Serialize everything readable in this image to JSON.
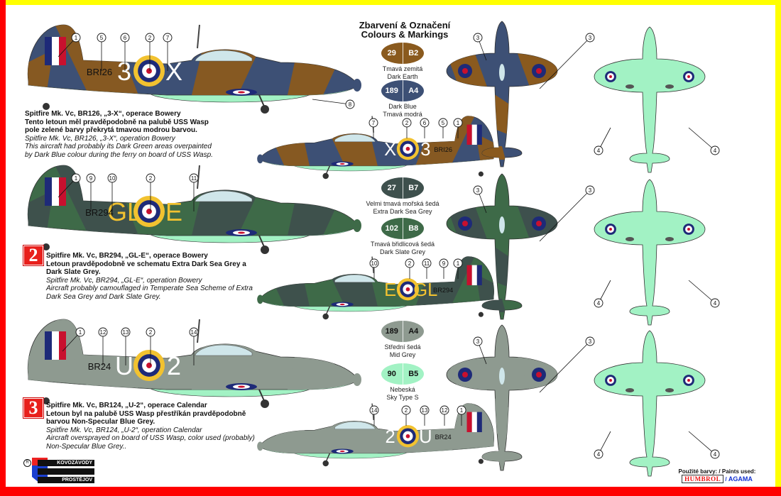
{
  "header": {
    "title_cz": "Zbarvení & Označení",
    "title_en": "Colours & Markings"
  },
  "frame_colors": {
    "left": "#ff0000",
    "bottom": "#ff0000",
    "top": "#ffff00",
    "right": "#ffff00"
  },
  "paints": [
    {
      "humbrol": "29",
      "agama": "B2",
      "lines": [
        "Tmavá zemitá",
        "Dark Earth"
      ],
      "hex": "#8a5a1e",
      "text": "#ffffff"
    },
    {
      "humbrol": "189",
      "agama": "A4",
      "lines": [
        "Dark Blue",
        "Tmavá modrá"
      ],
      "hex": "#3d5075",
      "text": "#ffffff"
    },
    {
      "humbrol": "27",
      "agama": "B7",
      "lines": [
        "Velmi tmavá mořská šedá",
        "Extra Dark Sea Grey"
      ],
      "hex": "#3e504d",
      "text": "#ffffff"
    },
    {
      "humbrol": "102",
      "agama": "B8",
      "lines": [
        "Tmavá břidlicová šedá",
        "Dark Slate Grey"
      ],
      "hex": "#3e6a48",
      "text": "#ffffff"
    },
    {
      "humbrol": "189",
      "agama": "A4",
      "lines": [
        "Střední šedá",
        "Mid Grey"
      ],
      "hex": "#8e9a90",
      "text": "#111111"
    },
    {
      "humbrol": "90",
      "agama": "B5",
      "lines": [
        "Nebeská",
        "Sky Type S"
      ],
      "hex": "#a2f2c4",
      "text": "#111111"
    }
  ],
  "aircraft": [
    {
      "badge": "",
      "title_cz": "Spitfire Mk. Vc, BR126, „3-X“, operace Bowery",
      "body_cz": "Tento letoun měl pravděpodobně na palubě USS Wasp pole zelené barvy překrytá tmavou modrou barvou.",
      "title_en": "Spitfire Mk. Vc, BR126, „3-X“, operation Bowery",
      "body_en": "This aircraft had probably its Dark Green areas overpainted by Dark Blue colour during the ferry on board of USS Wasp.",
      "code_left": "3",
      "code_right": "X",
      "serial": "BRI26",
      "code_color": "#ffffff",
      "base": "#3d5075",
      "camo": "#8a5a1e",
      "under": "#a2f2c4",
      "callouts_left": [
        "1",
        "5",
        "6",
        "2",
        "7",
        "8"
      ],
      "callouts_right": [
        "7",
        "2",
        "6",
        "5",
        "1"
      ],
      "callouts_top": [
        "3",
        "3"
      ],
      "callouts_under": [
        "4",
        "4"
      ]
    },
    {
      "badge": "2",
      "title_cz": "Spitfire Mk. Vc, BR294, „GL-E“, operace Bowery",
      "body_cz": "Letoun pravděpodobně ve schematu Extra Dark Sea Grey a Dark Slate Grey.",
      "title_en": "Spitfire Mk. Vc, BR294, „GL-E“, operation Bowery",
      "body_en": "Aircraft probably camouflaged in Temperate Sea Scheme of Extra Dark Sea Grey and Dark Slate Grey.",
      "code_left": "GL",
      "code_right": "E",
      "serial": "BR294",
      "code_color": "#f2c230",
      "base": "#3e6a48",
      "camo": "#3e504d",
      "under": "#a2f2c4",
      "callouts_left": [
        "1",
        "9",
        "10",
        "2",
        "11"
      ],
      "callouts_right": [
        "10",
        "2",
        "11",
        "9",
        "1"
      ],
      "callouts_top": [
        "3",
        "3"
      ],
      "callouts_under": [
        "4",
        "4"
      ]
    },
    {
      "badge": "3",
      "title_cz": "Spitfire Mk. Vc, BR124, „U-2“, operace Calendar",
      "body_cz": "Letoun byl na palubě USS Wasp přestříkán pravděpodobně barvou Non-Specular Blue Grey.",
      "title_en": "Spitfire Mk. Vc, BR124, „U-2“, operation Calendar",
      "body_en": "Aircraft oversprayed on board of USS Wasp, color used (probably) Non-Specular Blue Grey..",
      "code_left": "U",
      "code_right": "2",
      "serial": "BR24",
      "code_color": "#ffffff",
      "base": "#8e9a90",
      "camo": "#8e9a90",
      "under": "#a2f2c4",
      "callouts_left": [
        "1",
        "12",
        "13",
        "2",
        "14"
      ],
      "callouts_right": [
        "14",
        "2",
        "13",
        "12",
        "1"
      ],
      "callouts_top": [
        "3",
        "3"
      ],
      "callouts_under": [
        "4",
        "4"
      ]
    }
  ],
  "footer": {
    "paints_used": "Použité barvy: / Paints used:",
    "humbrol": "HUMBROL",
    "agama": "AGAMA"
  },
  "logo": {
    "line1": "KOVOZÁVODY",
    "line2": "PROSTĚJOV"
  }
}
